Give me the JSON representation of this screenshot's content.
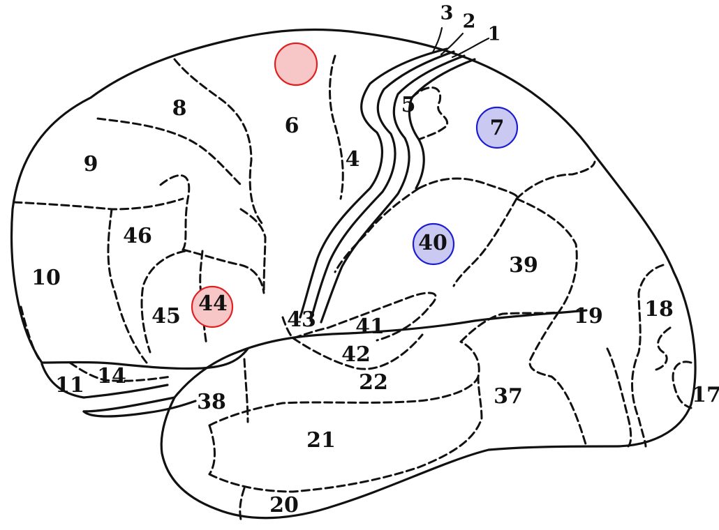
{
  "areas": {
    "a1": "1",
    "a2": "2",
    "a3": "3",
    "a4": "4",
    "a5": "5",
    "a6": "6",
    "a7": "7",
    "a8": "8",
    "a9": "9",
    "a10": "10",
    "a11": "11",
    "a14": "14",
    "a17": "17",
    "a18": "18",
    "a19": "19",
    "a20": "20",
    "a21": "21",
    "a22": "22",
    "a37": "37",
    "a38": "38",
    "a39": "39",
    "a40": "40",
    "a41": "41",
    "a42": "42",
    "a43": "43",
    "a44": "44",
    "a45": "45",
    "a46": "46"
  },
  "highlights": [
    {
      "area": "6",
      "color": "#e02020"
    },
    {
      "area": "44",
      "color": "#e02020"
    },
    {
      "area": "7",
      "color": "#1c1cd0"
    },
    {
      "area": "40",
      "color": "#1c1cd0"
    }
  ]
}
